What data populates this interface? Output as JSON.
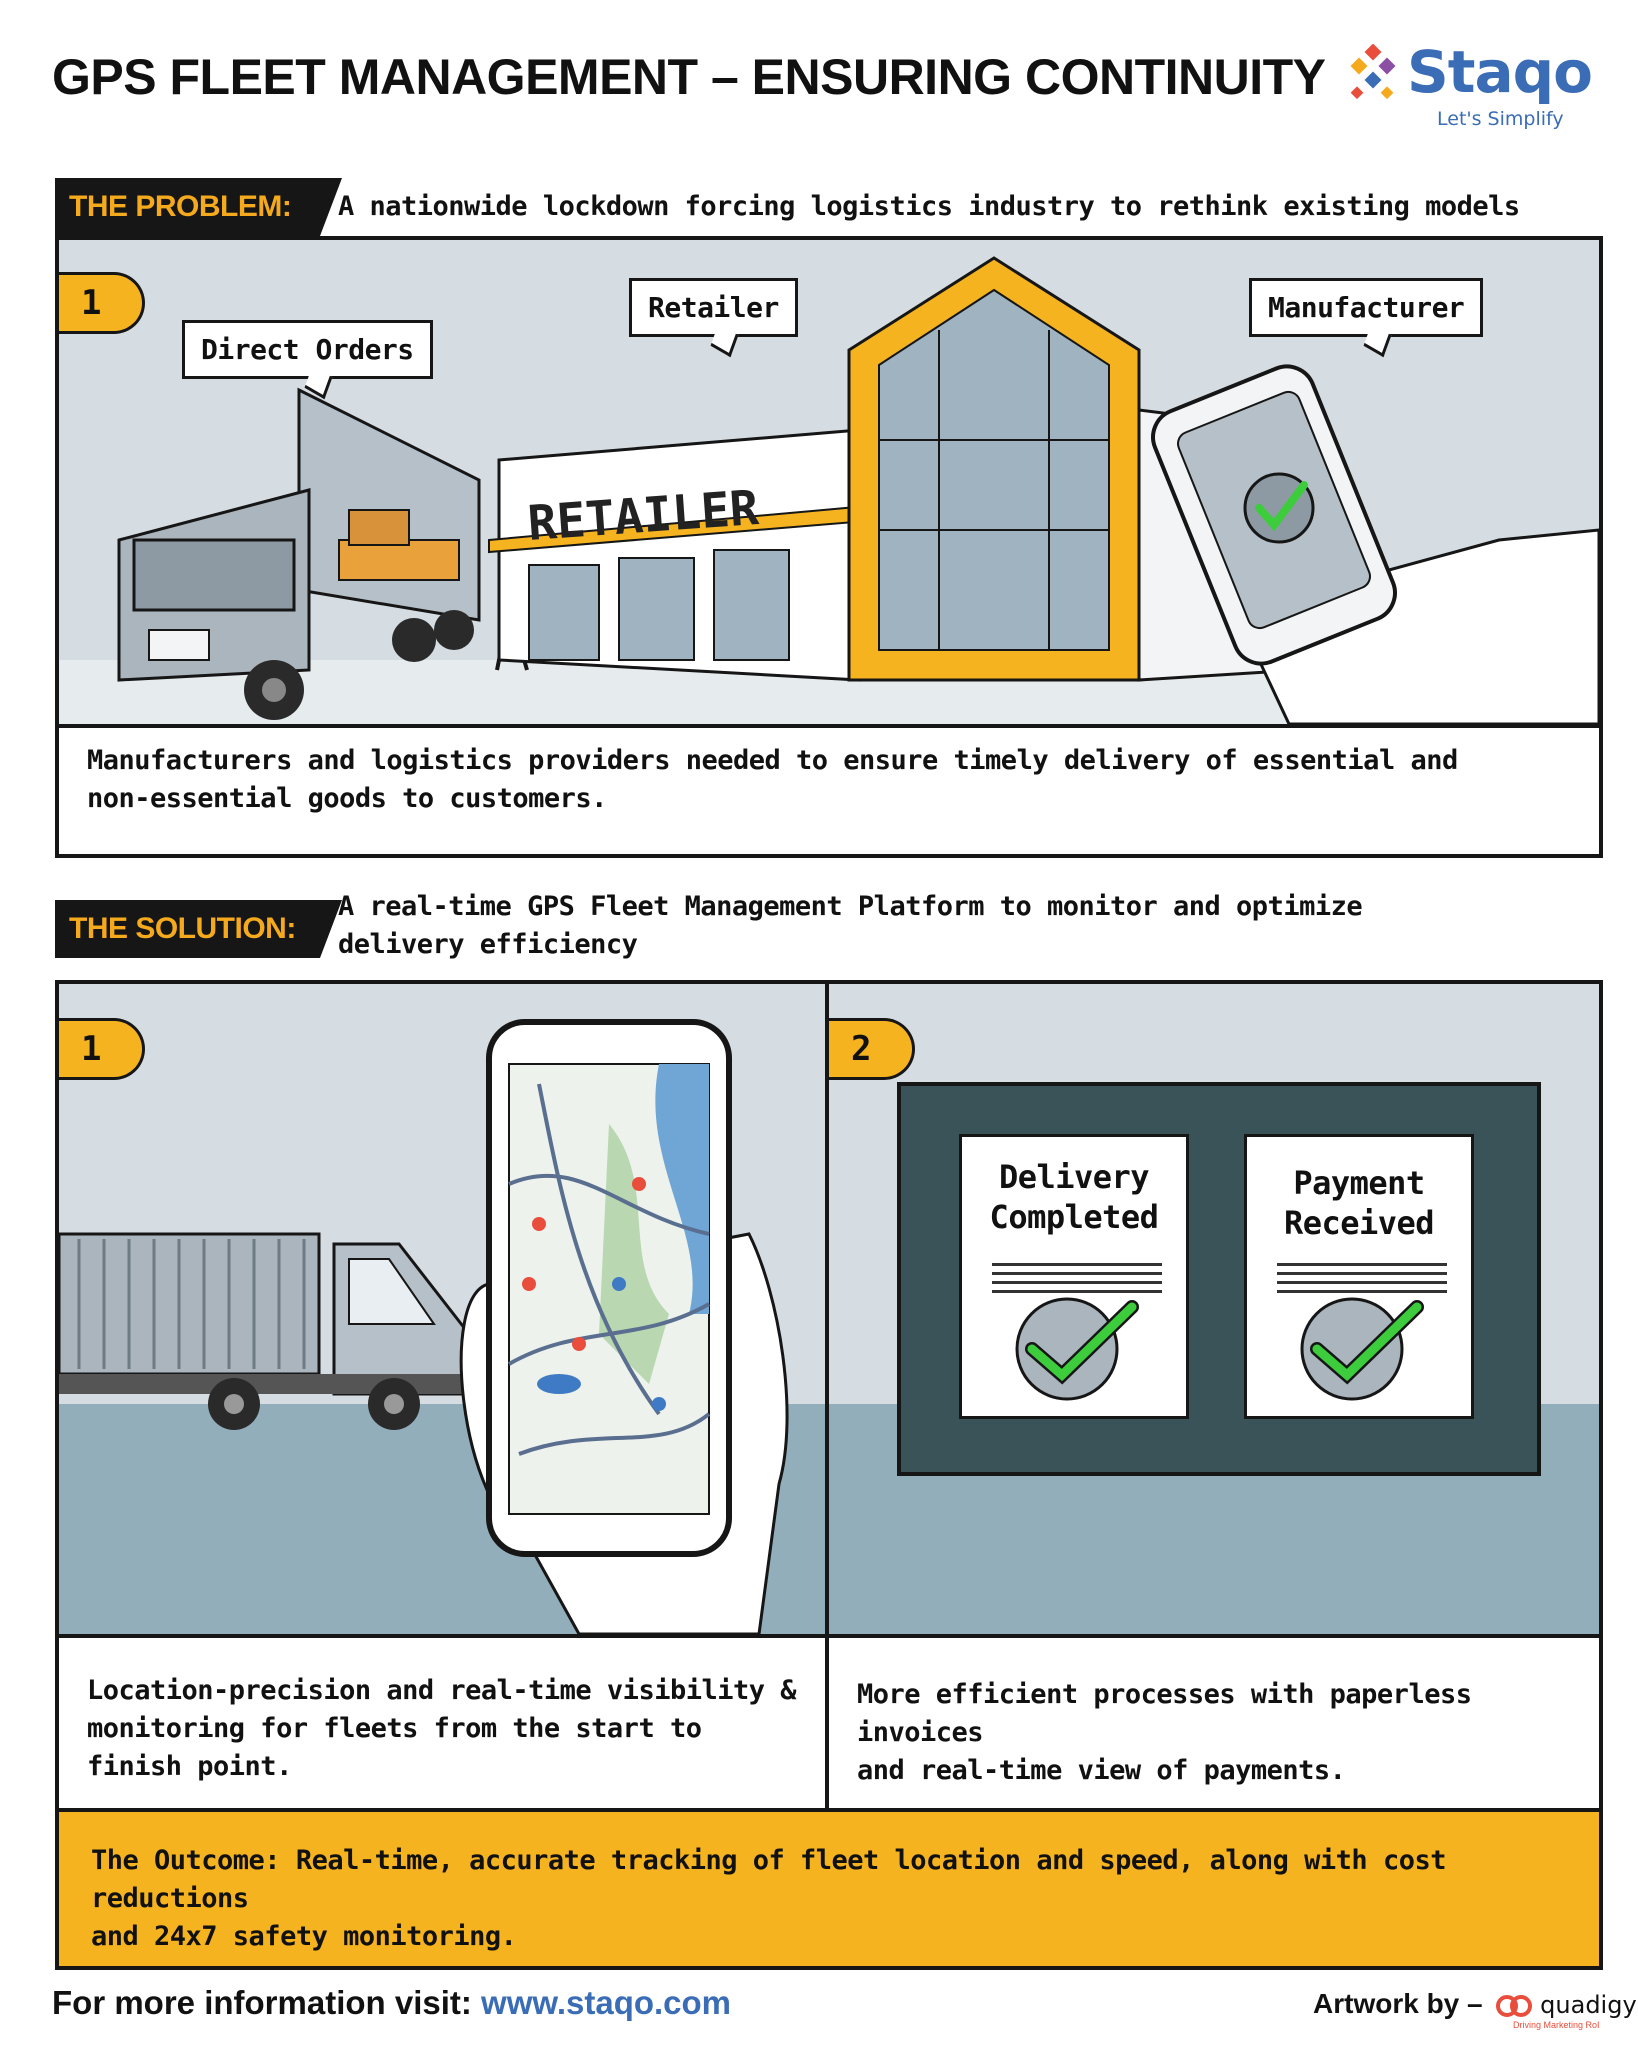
{
  "header": {
    "title": "GPS FLEET MANAGEMENT – ENSURING CONTINUITY",
    "logo_name": "Staqo",
    "logo_tagline": "Let's Simplify"
  },
  "problem": {
    "label": "THE PROBLEM:",
    "text": "A nationwide lockdown forcing logistics industry to rethink existing models",
    "panel_number": "1",
    "bubbles": [
      "Direct Orders",
      "Retailer",
      "Manufacturer"
    ],
    "store_sign": "RETAILER",
    "caption_lines": [
      "Manufacturers and logistics providers needed to ensure timely delivery of essential and",
      "non-essential goods to customers."
    ]
  },
  "solution": {
    "label": "THE SOLUTION:",
    "text_lines": [
      "A real-time GPS Fleet Management Platform to monitor and optimize",
      "delivery efficiency"
    ],
    "panel1_number": "1",
    "panel2_number": "2",
    "doc1_lines": [
      "Delivery",
      "Completed"
    ],
    "doc2_lines": [
      "Payment",
      "Received"
    ],
    "caption1_lines": [
      "Location-precision and real-time visibility &",
      "monitoring for fleets from the start to",
      "finish point."
    ],
    "caption2_lines": [
      "More efficient processes with paperless invoices",
      "and real-time view of payments."
    ]
  },
  "outcome": {
    "lines": [
      "The Outcome: Real-time, accurate tracking of fleet location and speed, along with cost reductions",
      "and 24x7 safety monitoring."
    ]
  },
  "footer": {
    "info_prefix": "For more information visit:",
    "url": "www.staqo.com",
    "artwork_by": "Artwork by –",
    "artist": "quadigy",
    "artist_tagline": "Driving Marketing RoI"
  },
  "colors": {
    "accent": "#f5b31f",
    "dark": "#161616",
    "brand": "#3a6db5",
    "panel_bg": "#d6dde2",
    "check": "#3ccc3c"
  }
}
